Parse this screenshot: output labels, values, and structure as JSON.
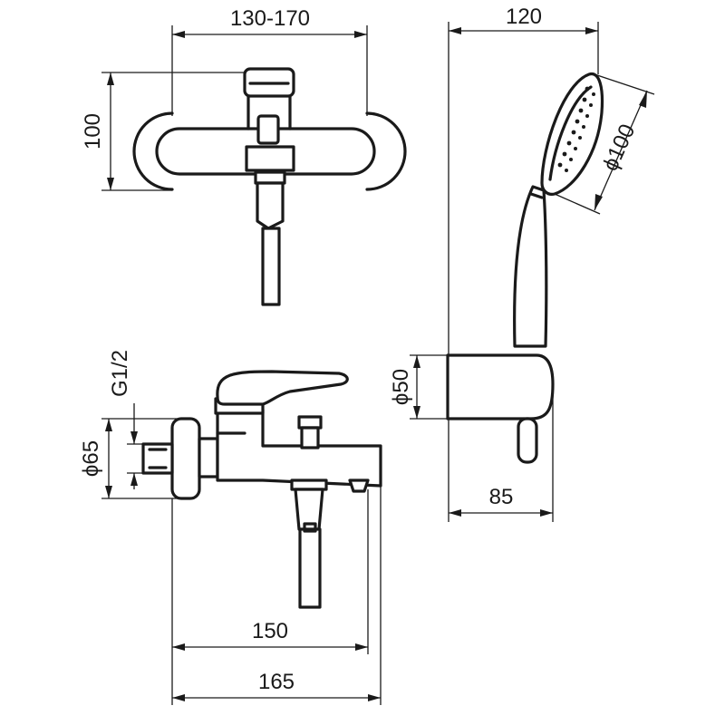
{
  "dimensions": {
    "top_view_width": "130-170",
    "top_view_height": "100",
    "hand_shower_width": "120",
    "hand_shower_diameter": "ϕ100",
    "thread": "G1/2",
    "flange_diameter": "ϕ65",
    "holder_diameter": "ϕ50",
    "holder_depth": "85",
    "spout_length": "150",
    "total_length": "165"
  },
  "colors": {
    "line": "#1a1a1a",
    "background": "#ffffff"
  }
}
